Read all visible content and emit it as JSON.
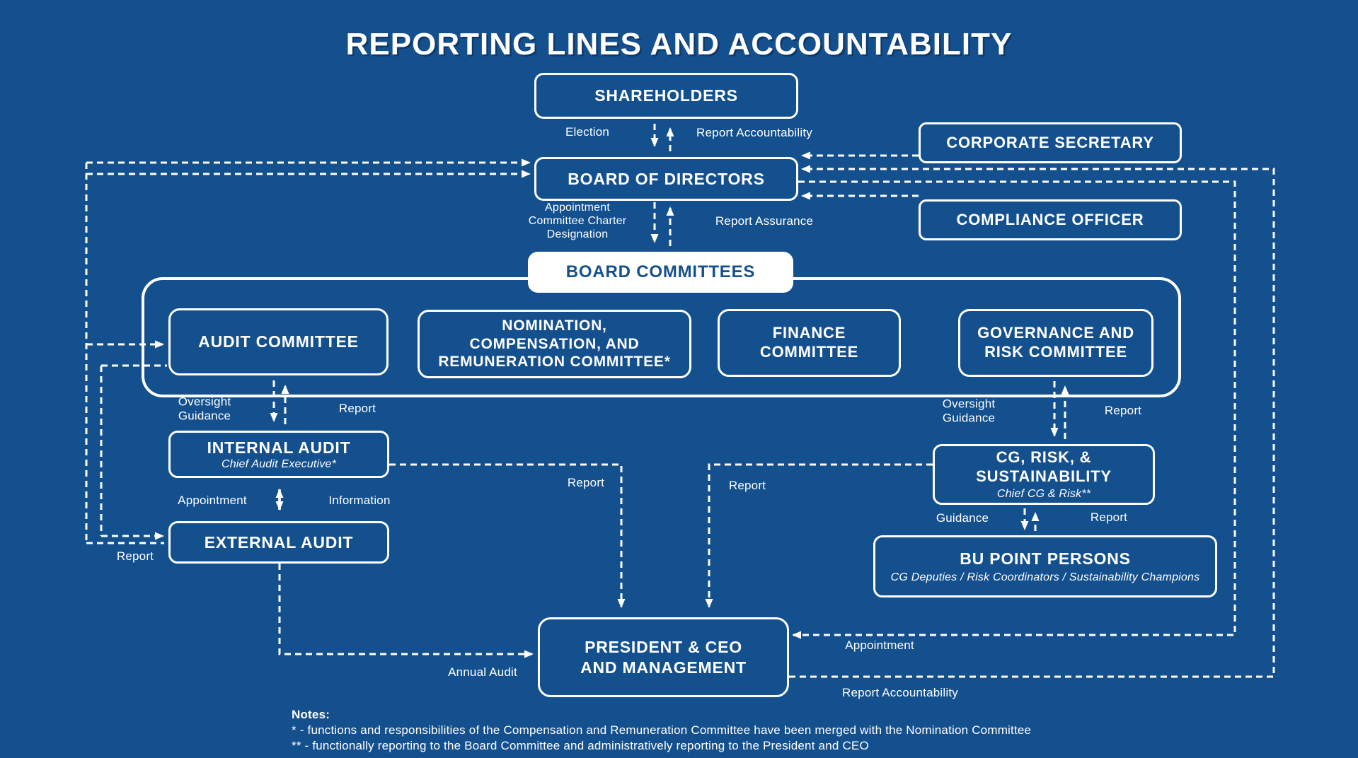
{
  "title": "REPORTING LINES AND ACCOUNTABILITY",
  "colors": {
    "background": "#14508e",
    "line": "#ffffff",
    "chip_text": "#14508e"
  },
  "boxes": {
    "shareholders": {
      "label": "SHAREHOLDERS"
    },
    "board_of_directors": {
      "label": "BOARD OF DIRECTORS"
    },
    "corporate_secretary": {
      "label": "CORPORATE SECRETARY"
    },
    "compliance_officer": {
      "label": "COMPLIANCE OFFICER"
    },
    "board_committees": {
      "label": "BOARD COMMITTEES"
    },
    "audit_committee": {
      "label": "AUDIT COMMITTEE"
    },
    "nomination_committee": {
      "label": "NOMINATION,\nCOMPENSATION, AND\nREMUNERATION COMMITTEE*"
    },
    "finance_committee": {
      "label": "FINANCE\nCOMMITTEE"
    },
    "governance_risk_committee": {
      "label": "GOVERNANCE AND\nRISK COMMITTEE"
    },
    "internal_audit": {
      "label": "INTERNAL AUDIT",
      "subtitle": "Chief Audit Executive*"
    },
    "external_audit": {
      "label": "EXTERNAL AUDIT"
    },
    "cg_risk_sustainability": {
      "label": "CG, RISK, &\nSUSTAINABILITY",
      "subtitle": "Chief CG & Risk**"
    },
    "bu_point_persons": {
      "label": "BU POINT PERSONS",
      "subtitle": "CG Deputies / Risk Coordinators / Sustainability Champions"
    },
    "president_ceo": {
      "label": "PRESIDENT & CEO\nAND MANAGEMENT"
    }
  },
  "edge_labels": {
    "election": "Election",
    "report_accountability_top": "Report Accountability",
    "appointment_charter": "Appointment\nCommittee Charter\nDesignation",
    "report_assurance": "Report Assurance",
    "oversight_guidance_left": "Oversight\nGuidance",
    "report_audit": "Report",
    "oversight_guidance_right": "Oversight\nGuidance",
    "report_grc": "Report",
    "appointment_internal": "Appointment",
    "information": "Information",
    "report_external_left": "Report",
    "report_internal_pres": "Report",
    "report_cg_pres": "Report",
    "guidance_bu": "Guidance",
    "report_bu": "Report",
    "annual_audit": "Annual Audit",
    "appointment_president": "Appointment",
    "report_accountability_bottom": "Report Accountability"
  },
  "notes": {
    "heading": "Notes:",
    "line1": "* - functions and responsibilities of the Compensation and Remuneration Committee have been merged with the Nomination Committee",
    "line2": "**  - functionally reporting to the Board Committee and administratively reporting to the President and CEO"
  }
}
